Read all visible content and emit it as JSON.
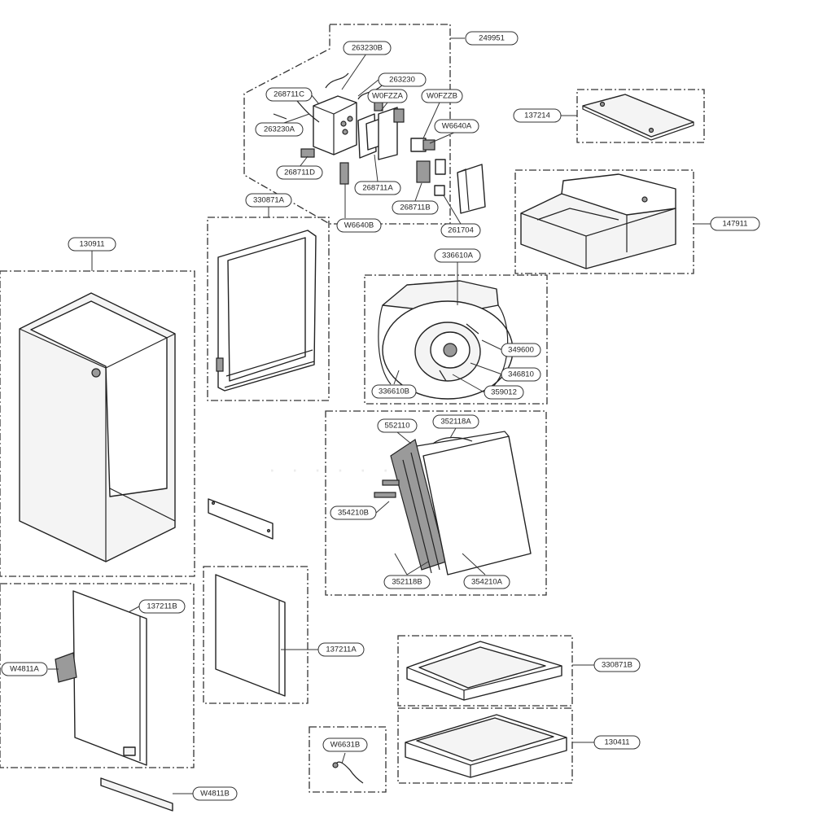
{
  "diagram": {
    "labels": {
      "l249951": "249951",
      "l263230B": "263230B",
      "l263230": "263230",
      "l268711C": "268711C",
      "lW0FZZA": "W0FZZA",
      "lW0FZZB": "W0FZZB",
      "l263230A": "263230A",
      "lW6640A": "W6640A",
      "l268711D": "268711D",
      "l268711A": "268711A",
      "l268711B": "268711B",
      "lW6640B": "W6640B",
      "l261704": "261704",
      "l137214": "137214",
      "l147911": "147911",
      "l330871A": "330871A",
      "l130911": "130911",
      "l336610A": "336610A",
      "l349600": "349600",
      "l346810": "346810",
      "l336610B": "336610B",
      "l359012": "359012",
      "l552110": "552110",
      "l352118A": "352118A",
      "l354210B": "354210B",
      "l352118B": "352118B",
      "l354210A": "354210A",
      "l137211B": "137211B",
      "lW4811A": "W4811A",
      "l137211A": "137211A",
      "l330871B": "330871B",
      "l130411": "130411",
      "lW6631B": "W6631B",
      "lW4811B": "W4811B"
    }
  }
}
